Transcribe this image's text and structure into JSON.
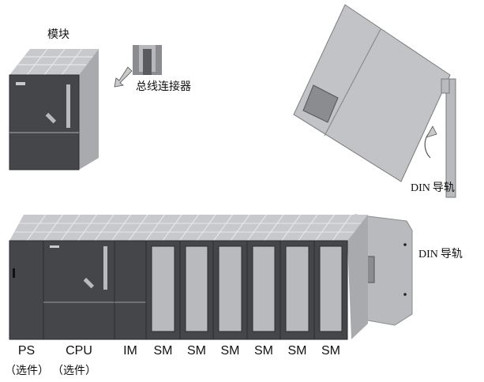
{
  "top": {
    "module_label": "模块",
    "bus_connector_label": "总线连接器",
    "din_rail_label_din": "DIN",
    "din_rail_label_cn": "导轨"
  },
  "rack": {
    "din_rail_label_din": "DIN",
    "din_rail_label_cn": "导轨",
    "modules": [
      {
        "label": "PS",
        "note": "（选件）"
      },
      {
        "label": "CPU",
        "note": "（选件）"
      },
      {
        "label": "IM"
      },
      {
        "label": "SM"
      },
      {
        "label": "SM"
      },
      {
        "label": "SM"
      },
      {
        "label": "SM"
      },
      {
        "label": "SM"
      },
      {
        "label": "SM"
      }
    ]
  },
  "colors": {
    "module_dark": "#45464a",
    "module_light": "#b9babd",
    "grid": "#c8c9cc"
  }
}
